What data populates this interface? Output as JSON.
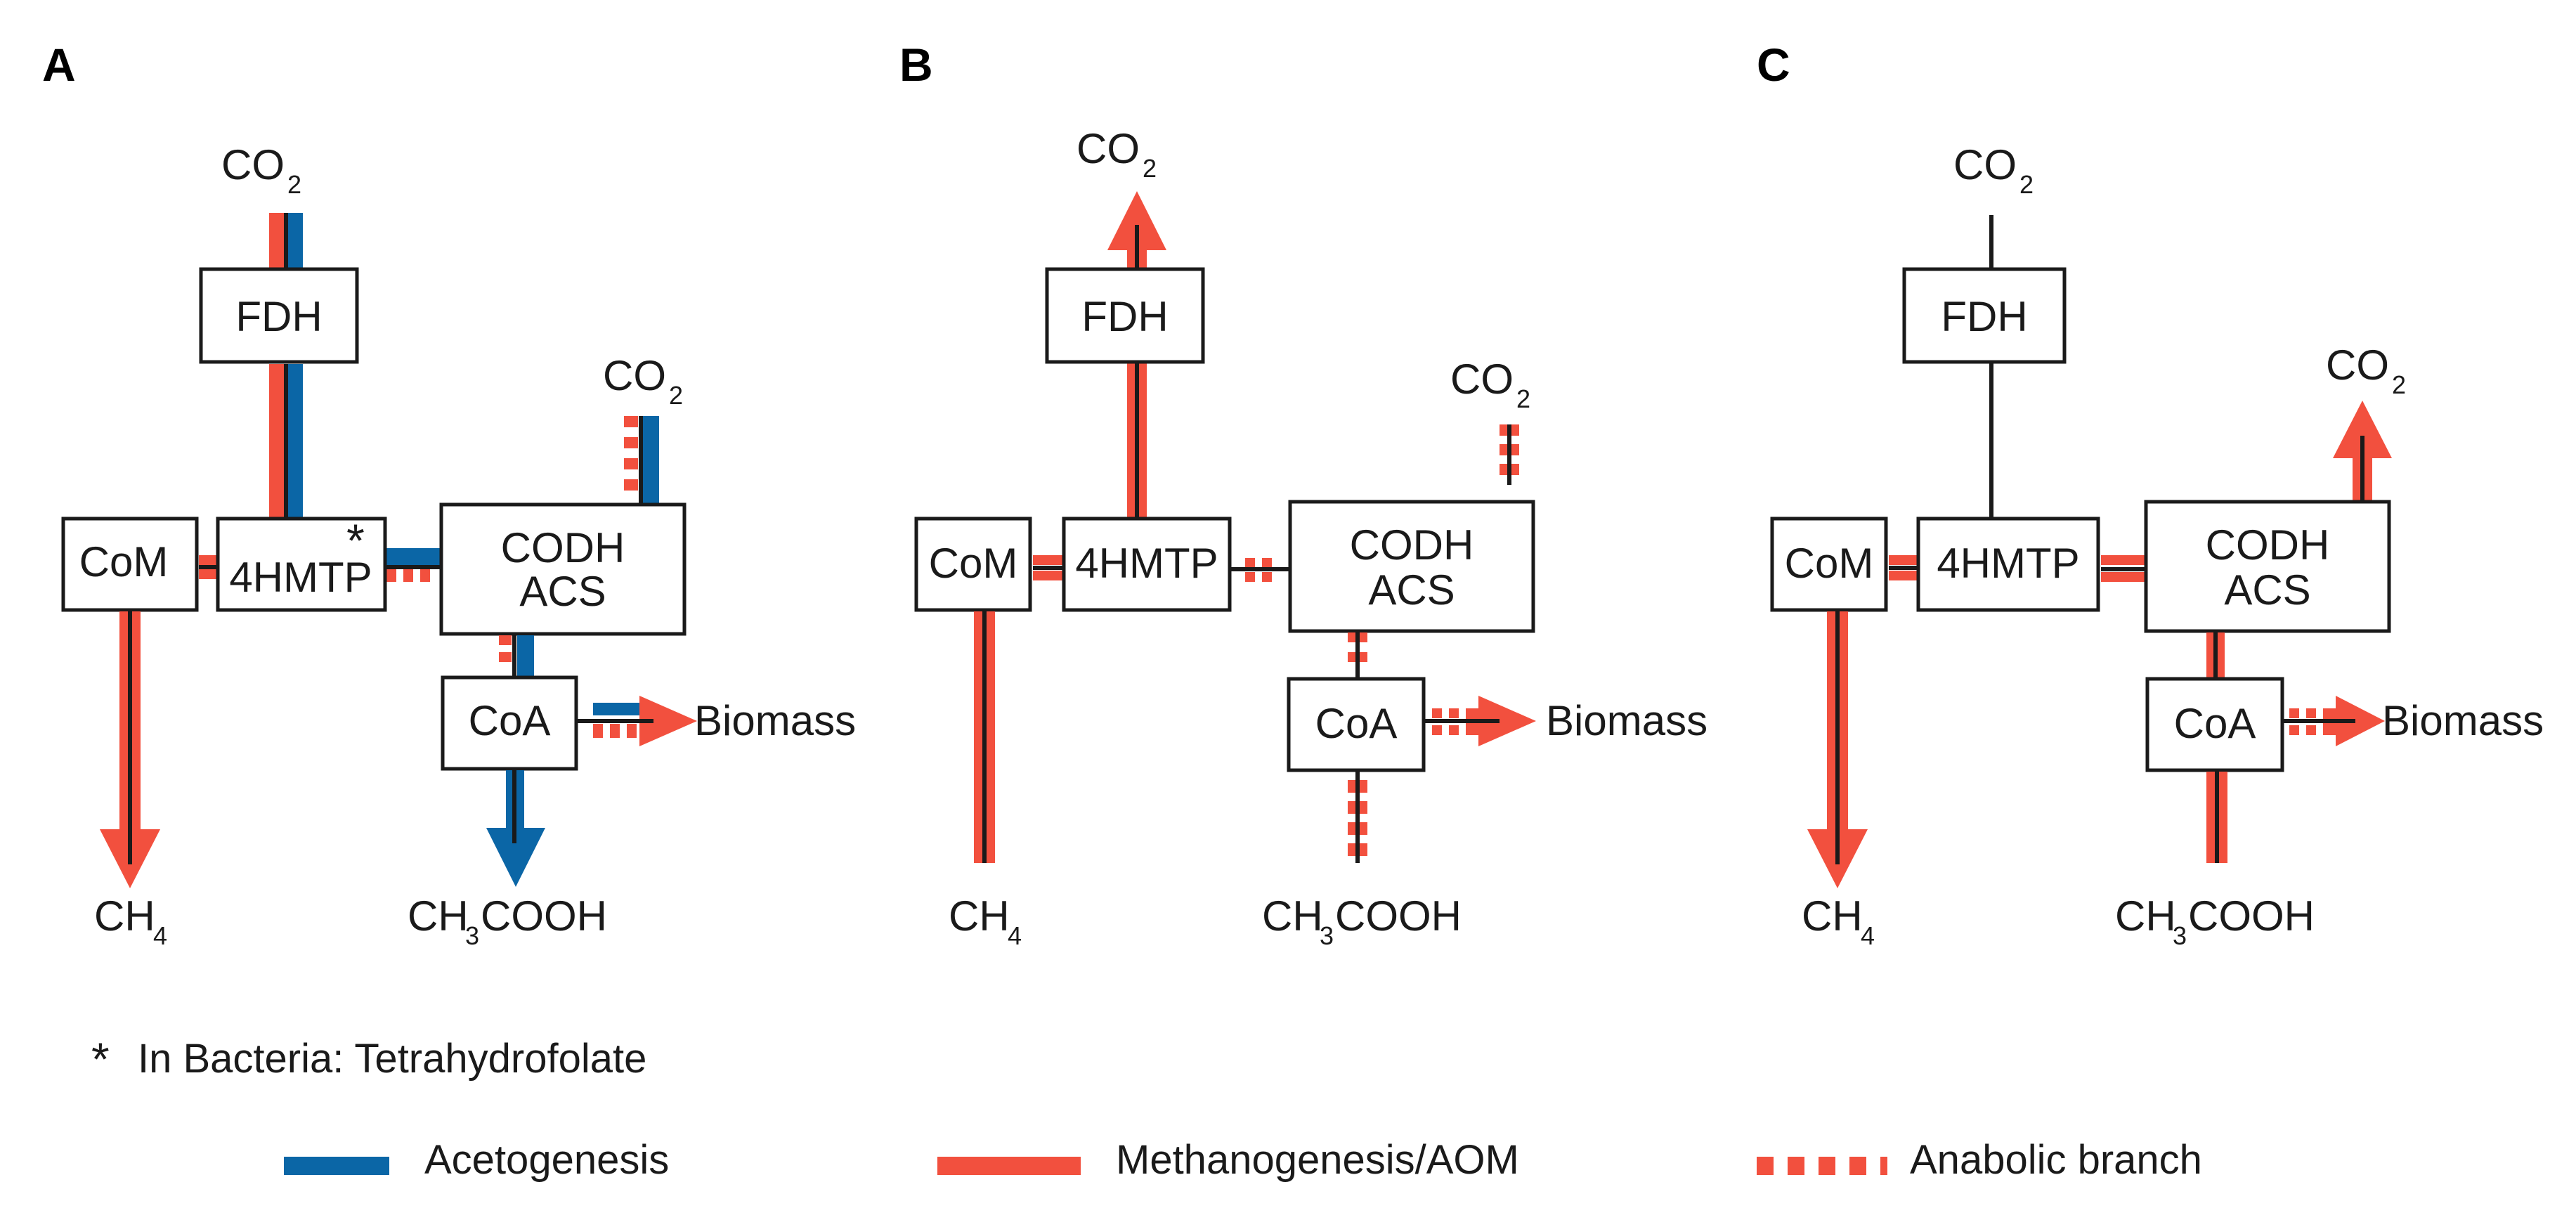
{
  "colors": {
    "acetogenesis": "#0b66a6",
    "methanogenesis": "#f2503e",
    "line": "#1a1a1a"
  },
  "panels": {
    "a": {
      "label": "A"
    },
    "b": {
      "label": "B"
    },
    "c": {
      "label": "C"
    }
  },
  "nodes": {
    "fdh": "FDH",
    "com": "CoM",
    "hmtp": "4HMTP",
    "codh_line1": "CODH",
    "codh_line2": "ACS",
    "coa": "CoA"
  },
  "compounds": {
    "co": "CO",
    "co_sub": "2",
    "ch": "CH",
    "ch4_sub": "4",
    "ch3_sub": "3",
    "cooh": "COOH",
    "biomass": "Biomass"
  },
  "footnote": {
    "marker": "*",
    "text": "In Bacteria: Tetrahydrofolate"
  },
  "legend": [
    {
      "label": "Acetogenesis",
      "style": "solid",
      "color": "#0b66a6"
    },
    {
      "label": "Methanogenesis/AOM",
      "style": "solid",
      "color": "#f2503e"
    },
    {
      "label": "Anabolic branch",
      "style": "dashed",
      "color": "#f2503e"
    }
  ]
}
